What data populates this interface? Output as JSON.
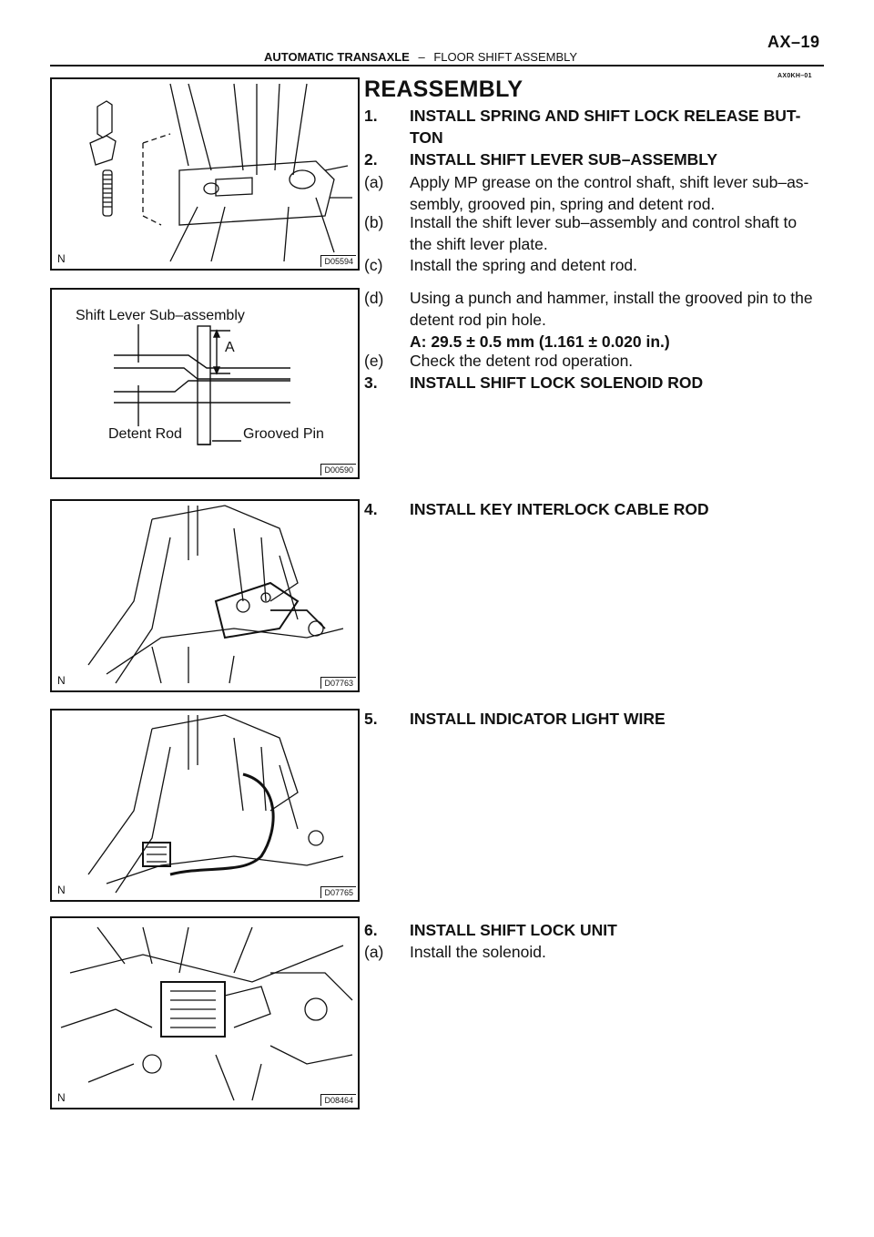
{
  "header": {
    "page_number": "AX–19",
    "section": "AUTOMATIC TRANSAXLE",
    "separator": "–",
    "subsection": "FLOOR SHIFT ASSEMBLY",
    "doc_code": "AX0KH–01"
  },
  "title": "REASSEMBLY",
  "steps": [
    {
      "num": "1.",
      "text": "INSTALL SPRING AND SHIFT LOCK RELEASE BUT-",
      "cont": "TON"
    },
    {
      "num": "2.",
      "text": "INSTALL SHIFT LEVER SUB–ASSEMBLY"
    },
    {
      "num": "(a)",
      "text": "Apply MP grease on the control shaft, shift lever sub–as-",
      "cont": "sembly, grooved pin, spring and detent rod."
    },
    {
      "num": "(b)",
      "text": "Install the shift lever sub–assembly and control shaft to",
      "cont": "the shift lever plate."
    },
    {
      "num": "(c)",
      "text": "Install the spring and detent rod."
    },
    {
      "num": "(d)",
      "text": "Using a punch and hammer, install the grooved pin to the",
      "cont": "detent rod pin hole.",
      "spec": "A: 29.5 ± 0.5 mm (1.161 ± 0.020 in.)"
    },
    {
      "num": "(e)",
      "text": "Check the detent rod operation."
    },
    {
      "num": "3.",
      "text": "INSTALL SHIFT LOCK SOLENOID ROD"
    },
    {
      "num": "4.",
      "text": "INSTALL KEY INTERLOCK CABLE ROD"
    },
    {
      "num": "5.",
      "text": "INSTALL INDICATOR LIGHT WIRE"
    },
    {
      "num": "6.",
      "text": "INSTALL SHIFT LOCK UNIT"
    },
    {
      "num": "(a)",
      "text": "Install the solenoid."
    }
  ],
  "figures": [
    {
      "id": "D05594",
      "corner": "N"
    },
    {
      "id": "D00590",
      "labels": {
        "title": "Shift Lever Sub–assembly",
        "dim": "A",
        "left": "Detent Rod",
        "right": "Grooved Pin"
      }
    },
    {
      "id": "D07763",
      "corner": "N"
    },
    {
      "id": "D07765",
      "corner": "N"
    },
    {
      "id": "D08464",
      "corner": "N"
    }
  ]
}
